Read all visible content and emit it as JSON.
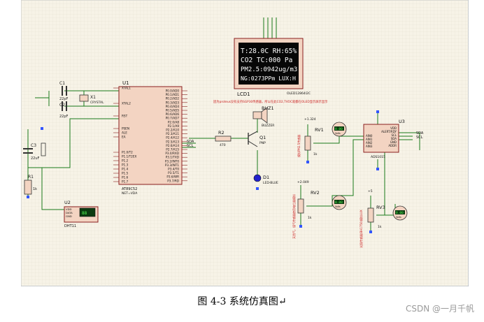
{
  "lcd": {
    "ref": "LCD1",
    "part": "OLED12864I2C",
    "lines": [
      "T:28.0C RH:65%",
      "CO2 TC:000 Pa",
      "PM2.5:0942ug/m3",
      "NG:0273PPm LUX:H"
    ],
    "note": "因为proteus没有支持SGP30传感器，所以在此CO2,TVOC就都在OLED显示屏示显示"
  },
  "mcu": {
    "ref": "U1",
    "part": "AT89C52",
    "part2": "NET=VDA",
    "left_pins": [
      "XTAL1",
      "XTAL2",
      "RST",
      "PSEN",
      "ALE",
      "EA",
      "P1.0/T2",
      "P1.1/T2EX",
      "P1.2",
      "P1.3",
      "P1.4",
      "P1.5",
      "P1.6",
      "P1.7"
    ],
    "right_pins": [
      "P0.0/AD0",
      "P0.1/AD1",
      "P0.2/AD2",
      "P0.3/AD3",
      "P0.4/AD4",
      "P0.5/AD5",
      "P0.6/AD6",
      "P0.7/AD7",
      "P2.0/A8",
      "P2.1/A9",
      "P2.2/A10",
      "P2.3/A11",
      "P2.4/A12",
      "P2.5/A13",
      "P2.6/A14",
      "P2.7/A15",
      "P3.0/RXD",
      "P3.1/TXD",
      "P3.2/INT0",
      "P3.3/INT1",
      "P3.4/T0",
      "P3.5/T1",
      "P3.6/WR",
      "P3.7/RD"
    ],
    "net_labels": [
      "SDA",
      "SCL",
      "SDA",
      "SCL"
    ]
  },
  "crystal": {
    "ref": "X1",
    "part": "CRYSTAL"
  },
  "c1": {
    "ref": "C1",
    "value": "22pF"
  },
  "c2": {
    "ref": "C2",
    "value": "22pF"
  },
  "c3": {
    "ref": "C3",
    "value": "22uF"
  },
  "r1": {
    "ref": "R1",
    "value": "1k"
  },
  "r2": {
    "ref": "R2",
    "value": "470"
  },
  "q1": {
    "ref": "Q1",
    "part": "PNP"
  },
  "buzzer": {
    "ref": "BUZ1",
    "part": "BUZZER"
  },
  "led": {
    "ref": "D1",
    "part": "LED-BLUE"
  },
  "dht": {
    "ref": "U2",
    "part": "DHT11",
    "pins": [
      "VDD",
      "DATA",
      "GND"
    ]
  },
  "adc": {
    "ref": "U3",
    "part": "ADS1015",
    "pins_left": [
      "AIN0",
      "AIN1",
      "AIN2",
      "AIN3"
    ],
    "pins_right": [
      "VDD",
      "ALERT/RDY",
      "SCL",
      "SDA",
      "GND",
      "ADDR"
    ]
  },
  "pots": [
    {
      "ref": "RV1",
      "value": "1k",
      "supply": "+1.324",
      "note": "模拟PM2.5传感器"
    },
    {
      "ref": "RV2",
      "value": "1k",
      "supply": "+2.049",
      "note": "天然气，煤气传感器使用电位器模拟"
    },
    {
      "ref": "RV3",
      "value": "1k",
      "supply": "+5",
      "note": "光照传感器(BH1750)模拟LUX"
    }
  ],
  "meter_unit": "Volts",
  "caption": "图 4-3  系统仿真图↵",
  "watermark": "CSDN @一月千帆",
  "colors": {
    "sheet": "#f7f3e7",
    "grid": "#e4dfcf",
    "part_fill": "#f3d4c2",
    "wire": "#1a7a1a",
    "part_edge": "#8a1e1e",
    "lcd_bg": "#070707",
    "lcd_text": "#ffffff",
    "led": "#2222cc",
    "note": "#cc2222"
  }
}
